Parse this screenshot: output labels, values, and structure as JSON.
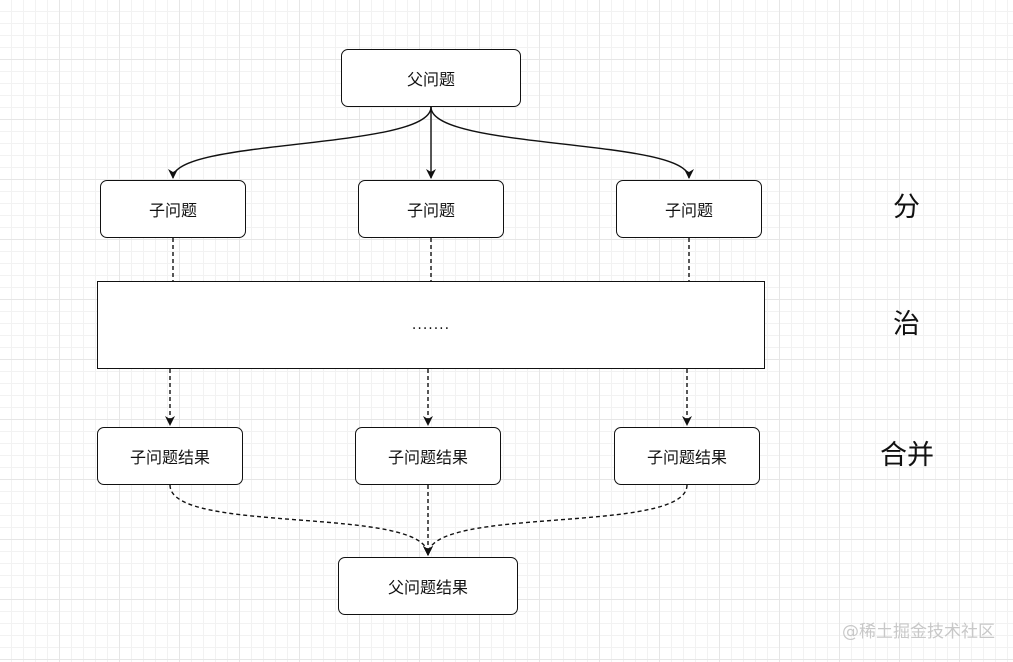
{
  "nodes": {
    "parent_problem": "父问题",
    "sub_problem_left": "子问题",
    "sub_problem_center": "子问题",
    "sub_problem_right": "子问题",
    "middle_placeholder": ".......",
    "sub_result_left": "子问题结果",
    "sub_result_center": "子问题结果",
    "sub_result_right": "子问题结果",
    "parent_result": "父问题结果"
  },
  "phases": {
    "divide": "分",
    "conquer": "治",
    "combine": "合并"
  },
  "watermark": "@稀土掘金技术社区"
}
